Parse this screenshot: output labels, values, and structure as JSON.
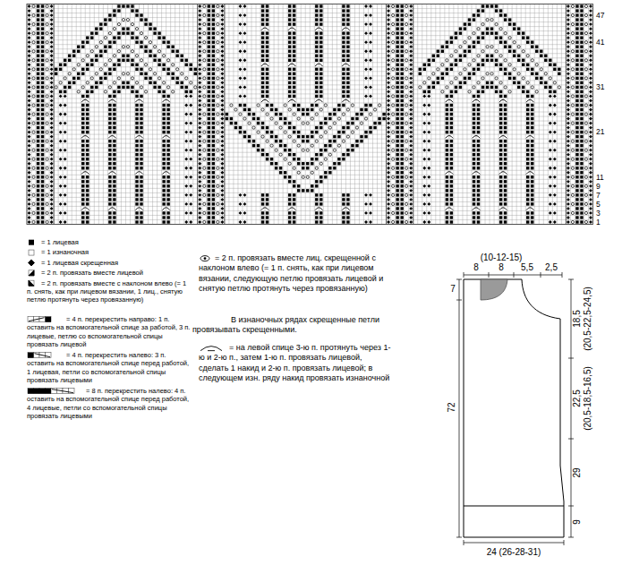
{
  "diagram": {
    "labels": [
      "47",
      "41",
      "31",
      "21",
      "11",
      "9",
      "7",
      "5",
      "3",
      "1",
      "(10-12-15)",
      "8",
      "8",
      "5,5",
      "2,5",
      "7",
      "18,5",
      "(20,5-22,5-24,5)",
      "22,5",
      "(20,5-18,5-16,5)",
      "72",
      "29",
      "9",
      "24 (26-28-31)",
      "В изнаночных рядах скрещенные петли провязывать скрещенными."
    ],
    "legend": [
      {
        "text": "= 1 лицевая"
      },
      {
        "text": "= 1 изнаночная"
      },
      {
        "text": "= 1 лицевая скрещенная"
      },
      {
        "text": "= 2 п. провязать вместе лицевой"
      },
      {
        "text": "= 2 п. провязать вместе с наклоном влево (= 1 п. снять, как при лицевом вязании, 1 лиц., снятую петлю протянуть через провязанную)"
      },
      {
        "text": "= 4 п. перекрестить направо: 1 п. оставить на вспомогательной спице за работой, 3 п. лицевые, петлю со вспомогательной спицы провязать лицевой"
      },
      {
        "text": "= 4 п. перекрестить налево: 3 п. оставить на вспомогательной спице перед работой, 1 лицевая, петли со вспомогательной спицы провязать лицевыми"
      },
      {
        "text": "= 8 п. перекрестить налево: 4 п. оставить на вспомогательной спице перед работой, 4 лицевые, петли со вспомогательной спицы провязать лицевыми"
      },
      {
        "text": "= 2 п. провязать вместе лиц. скрещенной с наклоном влево (= 1 п. снять, как при лицевом вязании, следующую петлю провязать лицевой и снятую петлю протянуть через провязанную)"
      },
      {
        "text": "= на левой спице 3-ю п. протянуть через 1-ю и 2-ю п., затем 1-ю п. провязать лицевой, сделать 1 накид и 2-ю п. провязать лицевой; в следующем изн. ряду накид провязать изнаночной"
      }
    ]
  }
}
